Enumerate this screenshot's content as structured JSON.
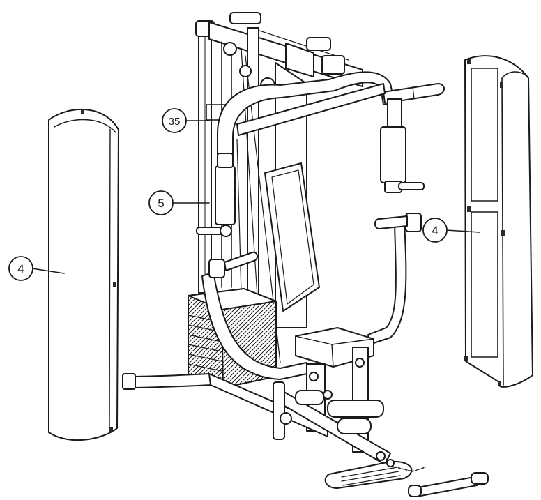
{
  "diagram": {
    "callouts": [
      {
        "id": "shroud-left",
        "label": "4"
      },
      {
        "id": "shroud-right",
        "label": "4"
      },
      {
        "id": "upright",
        "label": "5"
      },
      {
        "id": "bracket",
        "label": "35"
      }
    ],
    "colors": {
      "line": "#1a1a1a",
      "fill": "#ffffff",
      "shade": "#7a7a7a",
      "dark": "#2a2a2a"
    }
  }
}
